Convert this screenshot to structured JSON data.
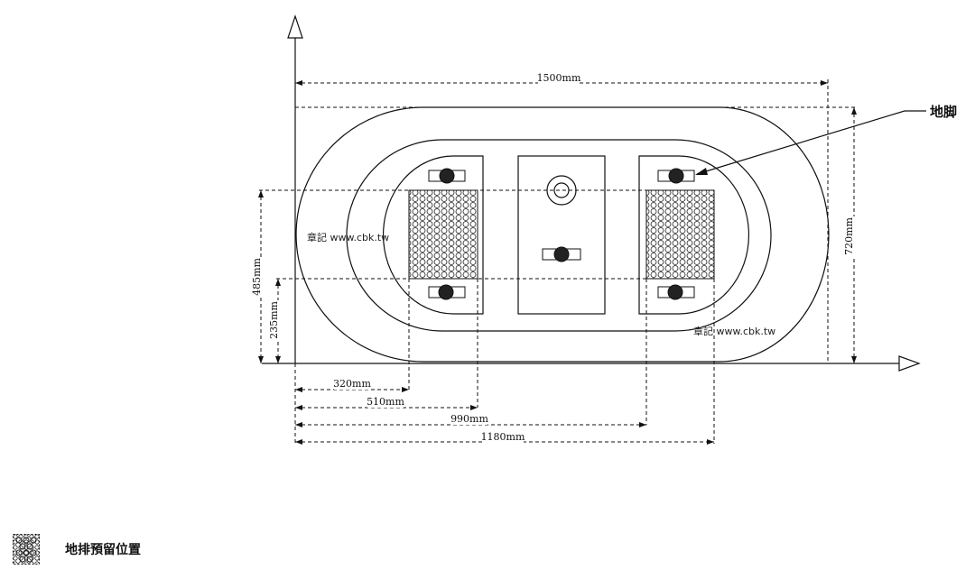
{
  "dimensions": {
    "width_total": "1500mm",
    "height_total": "720mm",
    "left_485": "485mm",
    "left_235": "235mm",
    "bottom_320": "320mm",
    "bottom_510": "510mm",
    "bottom_990": "990mm",
    "bottom_1180": "1180mm"
  },
  "callout": {
    "label": "地脚"
  },
  "watermarks": [
    "章記 www.cbk.tw",
    "章記 www.cbk.tw"
  ],
  "legend": {
    "label": "地排預留位置",
    "icon": "drain-pattern-icon"
  }
}
